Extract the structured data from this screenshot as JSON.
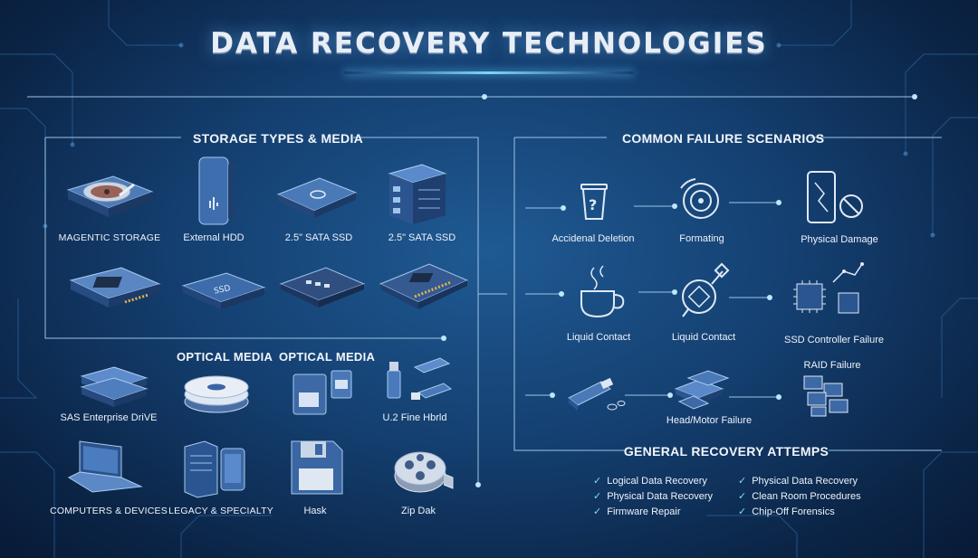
{
  "title": "DATA RECOVERY TECHNOLOGIES",
  "storage": {
    "heading": "STORAGE TYPES & MEDIA",
    "row1": [
      {
        "label": "MAGENTIC STORAGE",
        "icon": "hard-drive-icon"
      },
      {
        "label": "External HDD",
        "icon": "external-drive-icon"
      },
      {
        "label": "2.5\" SATA SSD",
        "icon": "ssd-icon"
      },
      {
        "label": "2.5\" SATA SSD",
        "icon": "server-rack-icon"
      }
    ],
    "row2_icons": [
      "m2-nvme-icon",
      "ssd-module-icon",
      "msata-ssd-icon",
      "ssd-board-icon"
    ],
    "ssd_chip_text": "SSD",
    "optical_heading_1": "OPTICAL MEDIA",
    "optical_heading_2": "OPTICAL MEDIA",
    "row3": [
      {
        "label": "SAS Enterprise DriVE",
        "icon": "enterprise-drive-icon"
      },
      {
        "label": "",
        "icon": "optical-disc-icon"
      },
      {
        "label": "",
        "icon": "memory-card-icon"
      },
      {
        "label": "U.2 Fine Hbrld",
        "icon": "usb-flash-drive-icon"
      }
    ],
    "row4": [
      {
        "label": "COMPUTERS & DEVICES",
        "icon": "laptop-icon"
      },
      {
        "label": "LEGACY & SPECIALTY",
        "icon": "tower-phone-icon"
      },
      {
        "label": "Hask",
        "icon": "floppy-disk-icon"
      },
      {
        "label": "Zip Dak",
        "icon": "tape-reel-icon"
      }
    ]
  },
  "failures": {
    "heading": "COMMON FAILURE SCENARIOS",
    "items": [
      {
        "label": "Accidenal Deletion",
        "icon": "trash-question-icon"
      },
      {
        "label": "Formating",
        "icon": "disk-format-icon"
      },
      {
        "label": "Physical Damage",
        "icon": "broken-phone-icon"
      },
      {
        "label": "Liquid Contact",
        "icon": "coffee-cup-icon"
      },
      {
        "label": "Liquid Contact",
        "icon": "circuit-chip-icon"
      },
      {
        "label": "SSD Controller Failure",
        "icon": "controller-chip-icon"
      },
      {
        "label": "",
        "icon": "usb-spill-icon"
      },
      {
        "label": "Head/Motor Failure",
        "icon": "stacked-drives-icon"
      },
      {
        "label": "RAID Failure",
        "icon": "raid-stack-icon"
      }
    ]
  },
  "recovery": {
    "heading": "GENERAL RECOVERY ATTEMPS",
    "check_symbol": "✓",
    "left": [
      "Logical Data Recovery",
      "Physical Data Recovery",
      "Firmware Repair"
    ],
    "right": [
      "Physical Data Recovery",
      "Clean Room Procedures",
      "Chip-Off Forensics"
    ]
  },
  "colors": {
    "accent": "#5fc8ff",
    "line": "#8fb8dc",
    "icon_body": "#3b6aa8",
    "icon_dark": "#1d3f70"
  }
}
